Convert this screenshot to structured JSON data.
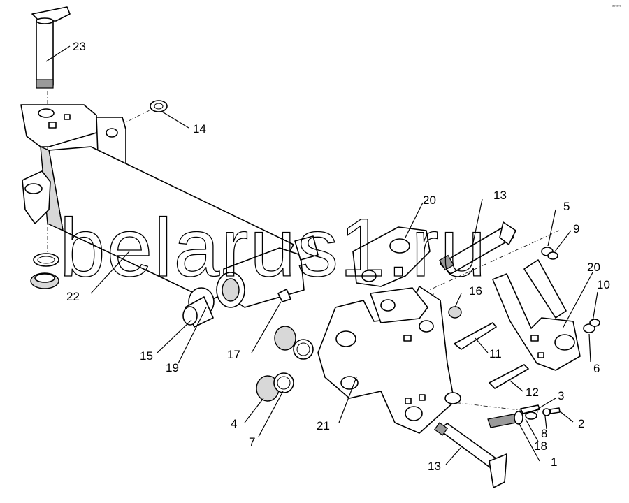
{
  "watermark": "belarus1.ru",
  "corner_mark": "ᵃᵇ ᵒᵒᵒ",
  "callouts": {
    "c1": "1",
    "c2": "2",
    "c3": "3",
    "c4": "4",
    "c5": "5",
    "c6": "6",
    "c7": "7",
    "c8": "8",
    "c9": "9",
    "c10": "10",
    "c11": "11",
    "c12": "12",
    "c13a": "13",
    "c13b": "13",
    "c14": "14",
    "c15": "15",
    "c16": "16",
    "c17": "17",
    "c18": "18",
    "c19": "19",
    "c20a": "20",
    "c20b": "20",
    "c21": "21",
    "c22": "22",
    "c23": "23"
  }
}
